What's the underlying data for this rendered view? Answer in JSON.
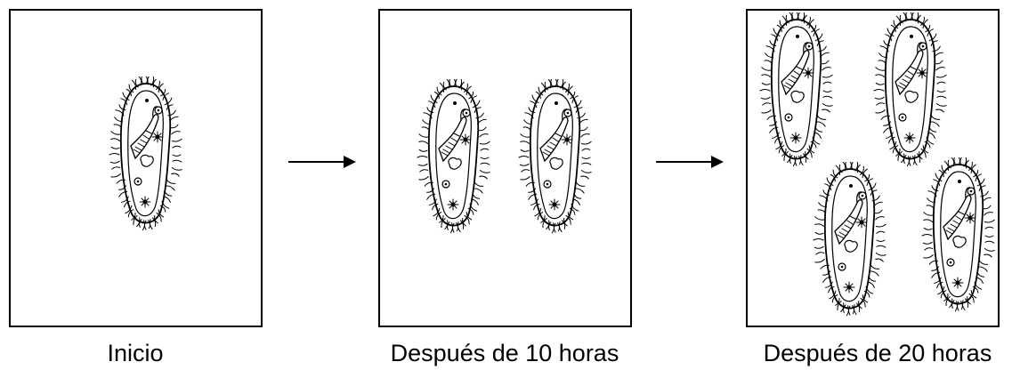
{
  "stages": [
    {
      "label": "Inicio",
      "organism_count": 1
    },
    {
      "label": "Después de 10 horas",
      "organism_count": 2
    },
    {
      "label": "Después de 20 horas",
      "organism_count": 4
    }
  ],
  "icons": {
    "organism": "paramecium-icon",
    "transition": "right-arrow-icon"
  },
  "colors": {
    "stroke": "#000000",
    "background": "#ffffff"
  }
}
